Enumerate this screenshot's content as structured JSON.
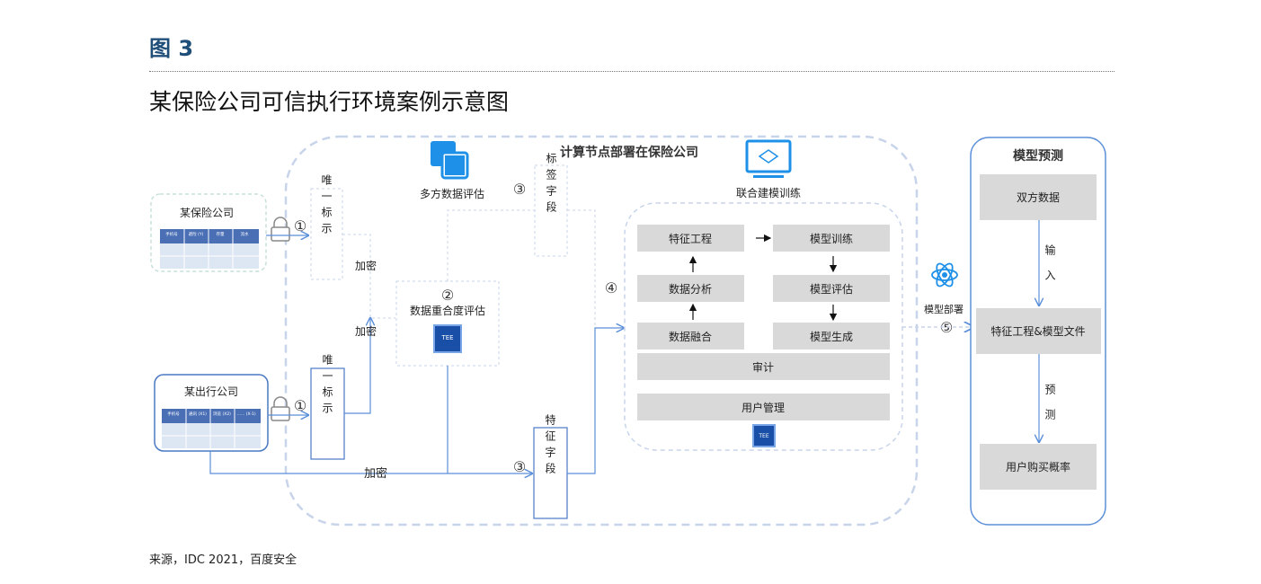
{
  "figure": {
    "number": "图 3",
    "title": "某保险公司可信执行环境案例示意图",
    "source": "来源，IDC 2021，百度安全"
  },
  "diagram": {
    "compute_node_title": "计算节点部署在保险公司",
    "multi_party_eval": "多方数据评估",
    "federated_training": "联合建模训练",
    "insurer": {
      "name": "某保险公司",
      "columns": [
        "手机号",
        "避险\n(Y)",
        "存量",
        "流水"
      ]
    },
    "mobility": {
      "name": "某出行公司",
      "columns": [
        "手机号",
        "通讯\n(X1)",
        "浏览\n(X2)",
        "……\n(X-1)"
      ]
    },
    "unique_id": "唯一标示",
    "encrypt": "加密",
    "overlap_eval": "数据重合度评估",
    "tee": "TEE",
    "label_field": "标签字段",
    "feature_field": "特征字段",
    "circled": {
      "one": "①",
      "two": "②",
      "three": "③",
      "four": "④",
      "five": "⑤"
    },
    "training_steps": {
      "feature_eng": "特征工程",
      "model_train": "模型训练",
      "data_analysis": "数据分析",
      "model_eval": "模型评估",
      "data_fusion": "数据融合",
      "model_gen": "模型生成",
      "audit": "审计",
      "user_mgmt": "用户管理"
    },
    "model_deploy": "模型部署",
    "prediction": {
      "title": "模型预测",
      "both_data": "双方数据",
      "input": "输入",
      "files": "特征工程&模型文件",
      "predict": "预测",
      "probability": "用户购买概率"
    }
  },
  "colors": {
    "blue_line": "#5b8fd9",
    "dashed_border": "#c8d4ea",
    "gray_box": "#d9d9d9",
    "title_blue": "#1f4e79",
    "icon_blue": "#1e90e8"
  }
}
